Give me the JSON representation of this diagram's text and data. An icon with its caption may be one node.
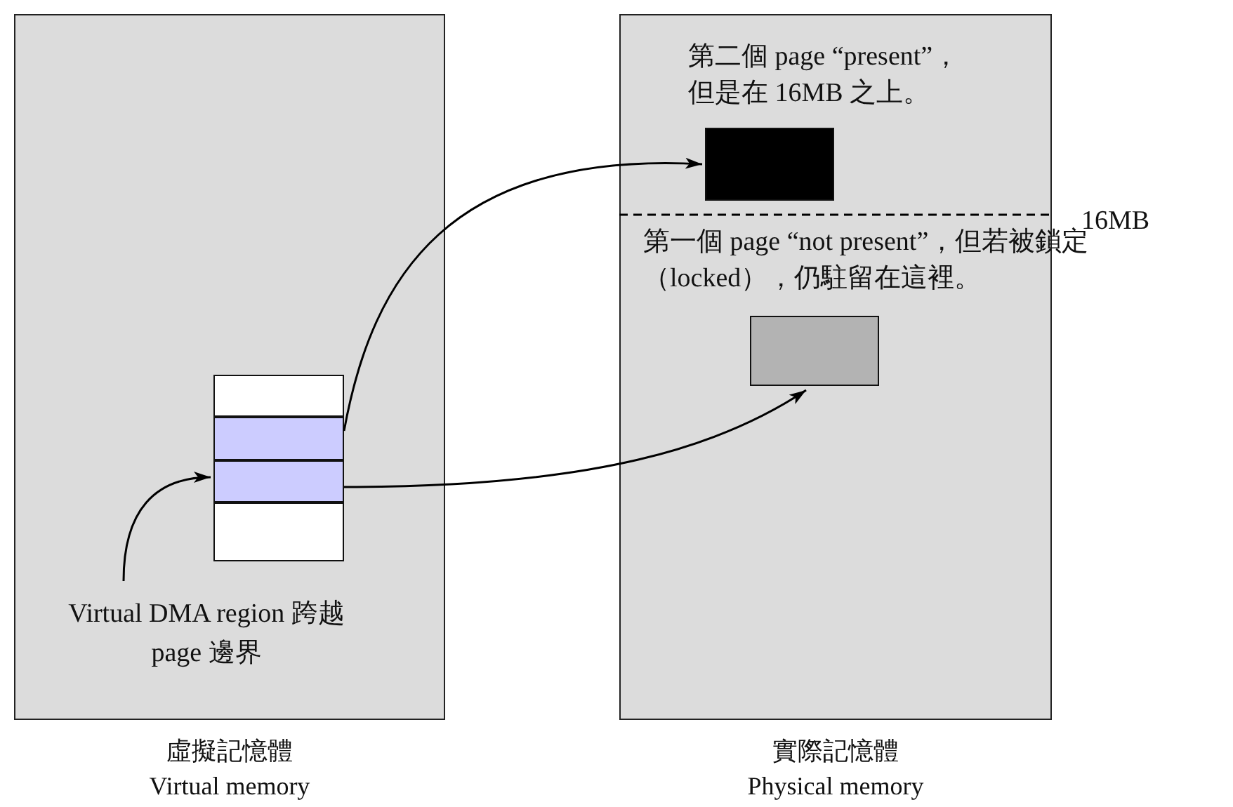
{
  "diagram": {
    "nodes": [
      {
        "text": [
          "虛擬記憶體",
          "Virtual memory"
        ]
      },
      {
        "text": [
          "實際記憶體",
          "Physical memory"
        ]
      },
      {
        "text": [],
        "shape": "box",
        "in": 0
      },
      {
        "text": [],
        "shape": "box",
        "in": 0
      },
      {
        "text": [],
        "shape": "box",
        "in": 0
      },
      {
        "text": [],
        "shape": "box",
        "in": 0
      },
      {
        "text": [
          "Virtual DMA region 跨越 page 邊界"
        ],
        "in": 0
      },
      {
        "text": [],
        "shape": "box",
        "in": 1
      },
      {
        "text": [],
        "shape": "box",
        "in": 1
      }
    ],
    "edges": [
      {
        "from": 3,
        "to": 7,
        "arrow": "to"
      },
      {
        "from": 4,
        "to": 8,
        "arrow": "to"
      },
      {
        "from": 6,
        "to": 4,
        "arrow": "to"
      }
    ],
    "labels": [
      "第二個 page “present”，但是在 16MB 之上。",
      "第一個 page “not present”，但若被鎖定（locked），仍駐留在這裡。",
      "16MB"
    ]
  }
}
